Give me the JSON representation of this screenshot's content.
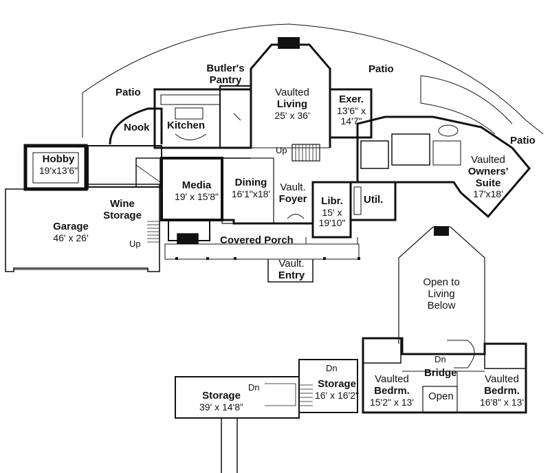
{
  "plan": {
    "rooms": {
      "patio_left": {
        "name": "Patio"
      },
      "patio_top": {
        "name": "Patio"
      },
      "patio_right": {
        "name": "Patio"
      },
      "butlers_pantry": {
        "name": "Butler's Pantry"
      },
      "vaulted_living": {
        "prefix": "Vaulted",
        "name": "Living",
        "dims": "25' x 36'"
      },
      "exer": {
        "name": "Exer.",
        "dims": "13'6\" x 14'7\""
      },
      "nook": {
        "name": "Nook"
      },
      "kitchen": {
        "name": "Kitchen"
      },
      "hobby": {
        "name": "Hobby",
        "dims": "19'x13'6\""
      },
      "owners_suite": {
        "prefix": "Vaulted",
        "name": "Owners' Suite",
        "dims": "17'x18'"
      },
      "media": {
        "name": "Media",
        "dims": "19' x 15'8\""
      },
      "dining": {
        "name": "Dining",
        "dims": "16'1\"x18'"
      },
      "foyer": {
        "prefix": "Vault.",
        "name": "Foyer"
      },
      "library": {
        "name": "Libr.",
        "dims": "15' x 19'10\""
      },
      "utility": {
        "name": "Util."
      },
      "wine_storage": {
        "name": "Wine Storage"
      },
      "garage": {
        "name": "Garage",
        "dims": "46' x 26'"
      },
      "covered_porch": {
        "name": "Covered Porch"
      },
      "entry": {
        "prefix": "Vault.",
        "name": "Entry"
      },
      "open_to_living": {
        "name": "Open to Living Below"
      },
      "storage_large": {
        "name": "Storage",
        "dims": "39' x 14'8\""
      },
      "storage_small": {
        "name": "Storage",
        "dims": "16' x 16'2\""
      },
      "bedroom_left": {
        "prefix": "Vaulted",
        "name": "Bedrm.",
        "dims": "15'2\" x 13'"
      },
      "bridge": {
        "name": "Bridge"
      },
      "open": {
        "name": "Open"
      },
      "bedroom_right": {
        "prefix": "Vaulted",
        "name": "Bedrm.",
        "dims": "16'8\" x 13'"
      }
    },
    "stair_labels": {
      "up_center": "Up",
      "up_garage": "Up",
      "dn_storage_left": "Dn",
      "dn_storage_top": "Dn",
      "dn_bridge": "Dn"
    }
  }
}
